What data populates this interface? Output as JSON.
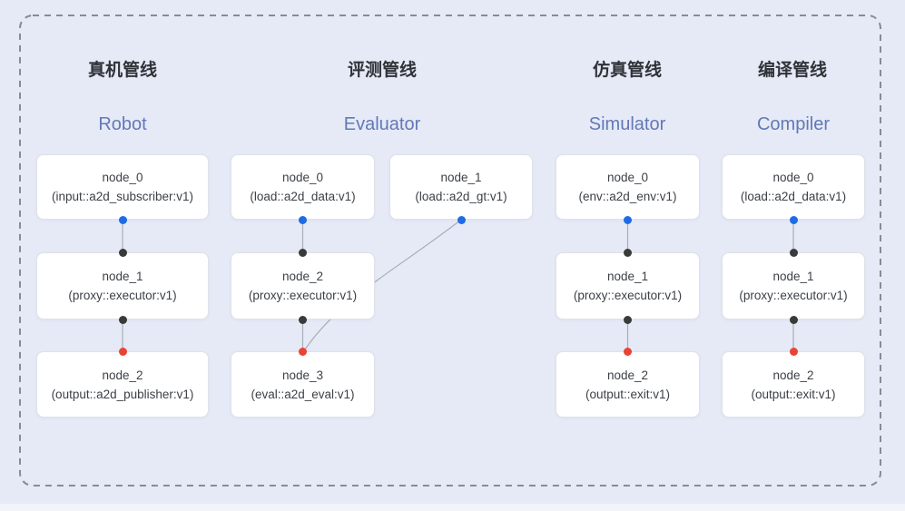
{
  "canvas": {
    "background": "#e6eaf6",
    "dashed_border_color": "#878b93"
  },
  "colors": {
    "title_zh": "#2f3237",
    "title_en": "#6279b8",
    "node_background": "#ffffff",
    "node_border": "#dfe2e8",
    "connector_line": "#a7adb8",
    "dot_blue": "#1e6be6",
    "dot_black": "#3a3a3a",
    "dot_red": "#ea4335"
  },
  "pipelines": [
    {
      "title_zh": "真机管线",
      "title_en": "Robot",
      "nodes": [
        {
          "name": "node_0",
          "type": "(input::a2d_subscriber:v1)"
        },
        {
          "name": "node_1",
          "type": "(proxy::executor:v1)"
        },
        {
          "name": "node_2",
          "type": "(output::a2d_publisher:v1)"
        }
      ],
      "edges": [
        "node_0 -> node_1",
        "node_1 -> node_2"
      ]
    },
    {
      "title_zh": "评测管线",
      "title_en": "Evaluator",
      "nodes": [
        {
          "name": "node_0",
          "type": "(load::a2d_data:v1)"
        },
        {
          "name": "node_1",
          "type": "(load::a2d_gt:v1)"
        },
        {
          "name": "node_2",
          "type": "(proxy::executor:v1)"
        },
        {
          "name": "node_3",
          "type": "(eval::a2d_eval:v1)"
        }
      ],
      "edges": [
        "node_0 -> node_2",
        "node_2 -> node_3",
        "node_1 -> node_3 (curved)"
      ]
    },
    {
      "title_zh": "仿真管线",
      "title_en": "Simulator",
      "nodes": [
        {
          "name": "node_0",
          "type": "(env::a2d_env:v1)"
        },
        {
          "name": "node_1",
          "type": "(proxy::executor:v1)"
        },
        {
          "name": "node_2",
          "type": "(output::exit:v1)"
        }
      ],
      "edges": [
        "node_0 -> node_1",
        "node_1 -> node_2"
      ]
    },
    {
      "title_zh": "编译管线",
      "title_en": "Compiler",
      "nodes": [
        {
          "name": "node_0",
          "type": "(load::a2d_data:v1)"
        },
        {
          "name": "node_1",
          "type": "(proxy::executor:v1)"
        },
        {
          "name": "node_2",
          "type": "(output::exit:v1)"
        }
      ],
      "edges": [
        "node_0 -> node_1",
        "node_1 -> node_2"
      ]
    }
  ]
}
